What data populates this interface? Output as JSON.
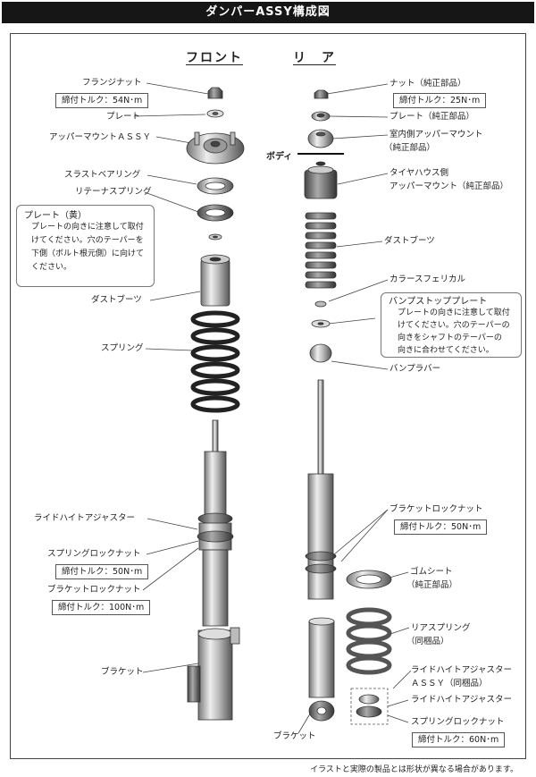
{
  "title": "ダンパーASSY構成図",
  "columns": {
    "front": "フロント",
    "rear": "リ　ア"
  },
  "body_label": "ボディ",
  "front": {
    "flange_nut": "フランジナット",
    "flange_torque": "締付トルク：54N･m",
    "plate": "プレート",
    "upper_mount": "アッパーマウントＡＳＳＹ",
    "thrust_bearing": "スラストベアリング",
    "retainer_spring": "リテーナスプリング",
    "dust_boot": "ダストブーツ",
    "spring": "スプリング",
    "ride_height_adjuster": "ライドハイトアジャスター",
    "spring_lock_nut": "スプリングロックナット",
    "spring_lock_torque": "締付トルク：50N･m",
    "bracket_lock_nut": "ブラケットロックナット",
    "bracket_lock_torque": "締付トルク：100N･m",
    "bracket": "ブラケット"
  },
  "front_note": {
    "title": "プレート（黄）",
    "body": "プレートの向きに注意して取付\nけてください。穴のテーパーを\n下側（ボルト根元側）に向けて\nください。"
  },
  "rear": {
    "nut": "ナット（純正部品）",
    "nut_torque": "締付トルク：25N･m",
    "plate": "プレート（純正部品）",
    "inner_upper_mount_1": "室内側アッパーマウント",
    "inner_upper_mount_2": "（純正部品）",
    "tire_house_mount_1": "タイヤハウス側",
    "tire_house_mount_2": "アッパーマウント（純正部品）",
    "dust_boot": "ダストブーツ",
    "collar": "カラースフェリカル",
    "bump_rubber": "バンプラバー",
    "bracket_lock_nut": "ブラケットロックナット",
    "bracket_lock_torque": "締付トルク：50N･m",
    "rubber_seat_1": "ゴムシート",
    "rubber_seat_2": "（純正部品）",
    "rear_spring_1": "リアスプリング",
    "rear_spring_2": "（同梱品）",
    "rha_assy_1": "ライドハイトアジャスター",
    "rha_assy_2": "ＡＳＳＹ（同梱品）",
    "rha": "ライドハイトアジャスター",
    "spring_lock_nut": "スプリングロックナット",
    "spring_lock_torque": "締付トルク：60N･m",
    "bracket": "ブラケット"
  },
  "rear_note": {
    "title": "バンプストッププレート",
    "body": "プレートの向きに注意して取付\nけてください。穴のテーパーの\n向きをシャフトのテーパーの\n向きに合わせてください。"
  },
  "footer": "イラストと実際の製品とは形状が異なる場合があります。"
}
